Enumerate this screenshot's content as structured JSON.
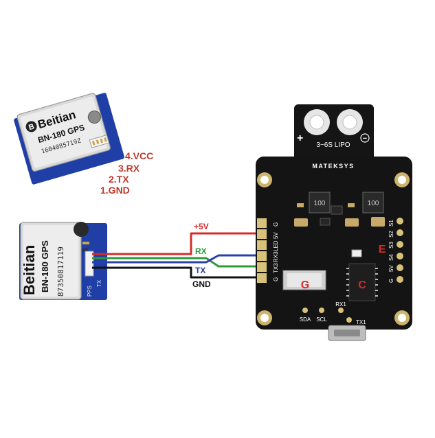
{
  "gps_module_top": {
    "brand": "Beitian",
    "model": "BN-180 GPS",
    "serial": "1604085719Z",
    "pins": [
      "4.VCC",
      "3.RX",
      "2.TX",
      "1.GND"
    ]
  },
  "gps_module_side": {
    "brand": "Beitian",
    "model": "BN-180 GPS",
    "serial": "87350817119",
    "pin_labels": [
      "PPS",
      "TX"
    ]
  },
  "wires": {
    "vcc": {
      "label": "+5V",
      "color": "#d62b2b"
    },
    "rx": {
      "label": "RX",
      "color": "#2e9a3c"
    },
    "tx": {
      "label": "TX",
      "color": "#2b3fa8"
    },
    "gnd": {
      "label": "GND",
      "color": "#111111"
    }
  },
  "board": {
    "battery_label": "3~6S LIPO",
    "brand": "MATEKSYS",
    "plus_symbol": "+",
    "minus_symbol": "−",
    "pad_left": [
      "G",
      "5V",
      "LED",
      "RX3",
      "TX3",
      "G"
    ],
    "pad_right": [
      "S1",
      "S2",
      "S3",
      "S4",
      "5V",
      "G"
    ],
    "inductor_a": "100",
    "inductor_b": "100",
    "bottom_pads": [
      "SDA",
      "SCL",
      "RX1",
      "TX1"
    ],
    "letter_g": "G",
    "letter_c": "C",
    "letter_e": "E"
  },
  "colors": {
    "pcb": "#141414",
    "pad_gold": "#d8c27a",
    "gps_pcb_blue": "#1f3fa6"
  }
}
